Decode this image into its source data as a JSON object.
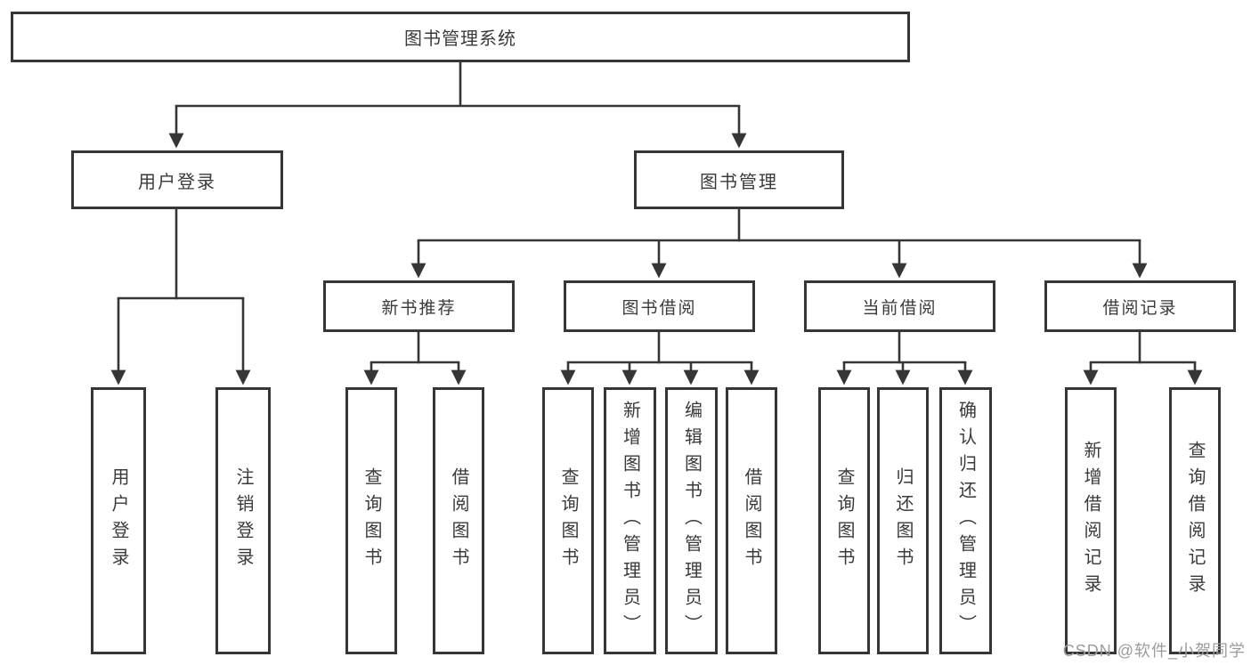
{
  "tree": {
    "root": {
      "label": "图书管理系统",
      "children": [
        {
          "label": "用户登录",
          "children": [
            {
              "label": "用户登录"
            },
            {
              "label": "注销登录"
            }
          ]
        },
        {
          "label": "图书管理",
          "children": [
            {
              "label": "新书推荐",
              "children": [
                {
                  "label": "查询图书"
                },
                {
                  "label": "借阅图书"
                }
              ]
            },
            {
              "label": "图书借阅",
              "children": [
                {
                  "label": "查询图书"
                },
                {
                  "label": "新增图书（管理员）"
                },
                {
                  "label": "编辑图书（管理员）"
                },
                {
                  "label": "借阅图书"
                }
              ]
            },
            {
              "label": "当前借阅",
              "children": [
                {
                  "label": "查询图书"
                },
                {
                  "label": "归还图书"
                },
                {
                  "label": "确认归还（管理员）"
                }
              ]
            },
            {
              "label": "借阅记录",
              "children": [
                {
                  "label": "新增借阅记录"
                },
                {
                  "label": "查询借阅记录"
                }
              ]
            }
          ]
        }
      ]
    }
  },
  "watermark": {
    "text": "CSDN @软件_小贺同学"
  },
  "colors": {
    "line": "#363636",
    "box_border": "#363636",
    "box_fill": "#ffffff",
    "text": "#3a3a3a",
    "watermark": "#9c9c9c",
    "background": "#ffffff"
  }
}
